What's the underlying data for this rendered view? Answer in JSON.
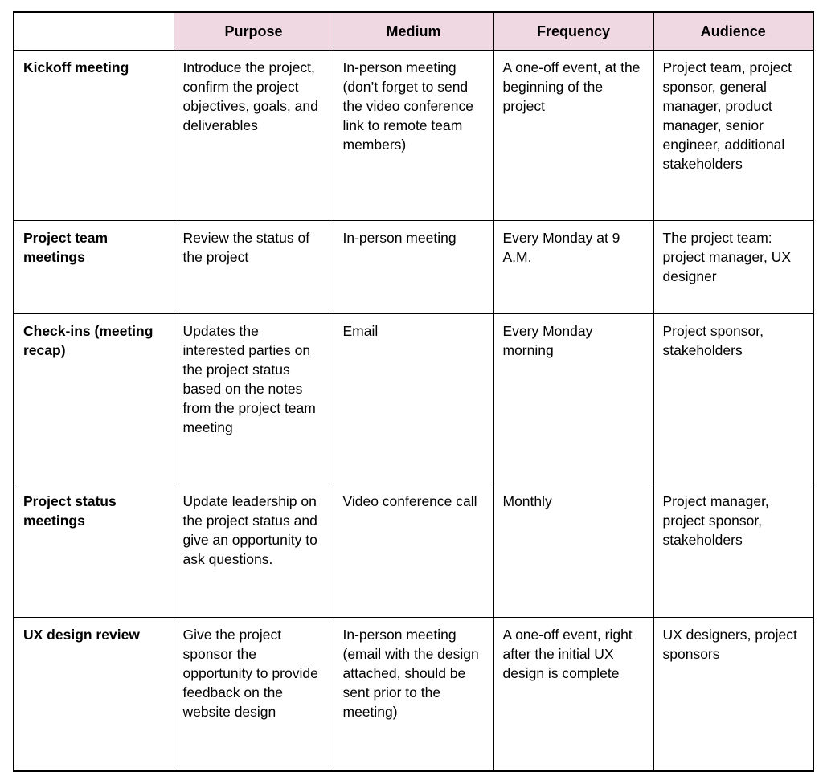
{
  "table": {
    "header_bg": "#f0d8e2",
    "border_color": "#000000",
    "columns": [
      "",
      "Purpose",
      "Medium",
      "Frequency",
      "Audience"
    ],
    "rows": [
      {
        "name": "Kickoff meeting",
        "purpose": "Introduce the project, confirm the project objectives, goals, and deliverables",
        "medium": "In-person meeting (don’t forget to send the video conference link to remote team members)",
        "frequency": "A one-off event, at the beginning of the project",
        "audience": "Project team, project sponsor, general manager, product manager, senior engineer, additional stakeholders"
      },
      {
        "name": "Project team meetings",
        "purpose": "Review the status of the project",
        "medium": "In-person meeting",
        "frequency": "Every Monday at 9 A.M.",
        "audience": "The project team: project manager, UX designer"
      },
      {
        "name": "Check-ins (meeting recap)",
        "purpose": "Updates the interested parties on the project status based on the notes from the project team meeting",
        "medium": "Email",
        "frequency": "Every Monday morning",
        "audience": "Project sponsor, stakeholders"
      },
      {
        "name": "Project status meetings",
        "purpose": "Update leadership on the project status and give an opportunity to ask questions.",
        "medium": "Video conference call",
        "frequency": "Monthly",
        "audience": "Project manager, project sponsor, stakeholders"
      },
      {
        "name": "UX design review",
        "purpose": "Give the project sponsor the opportunity to provide feedback on the website design",
        "medium": "In-person meeting (email with the design attached, should be sent prior to the meeting)",
        "frequency": "A one-off event, right after the initial UX design is complete",
        "audience": "UX designers, project sponsors"
      }
    ]
  }
}
